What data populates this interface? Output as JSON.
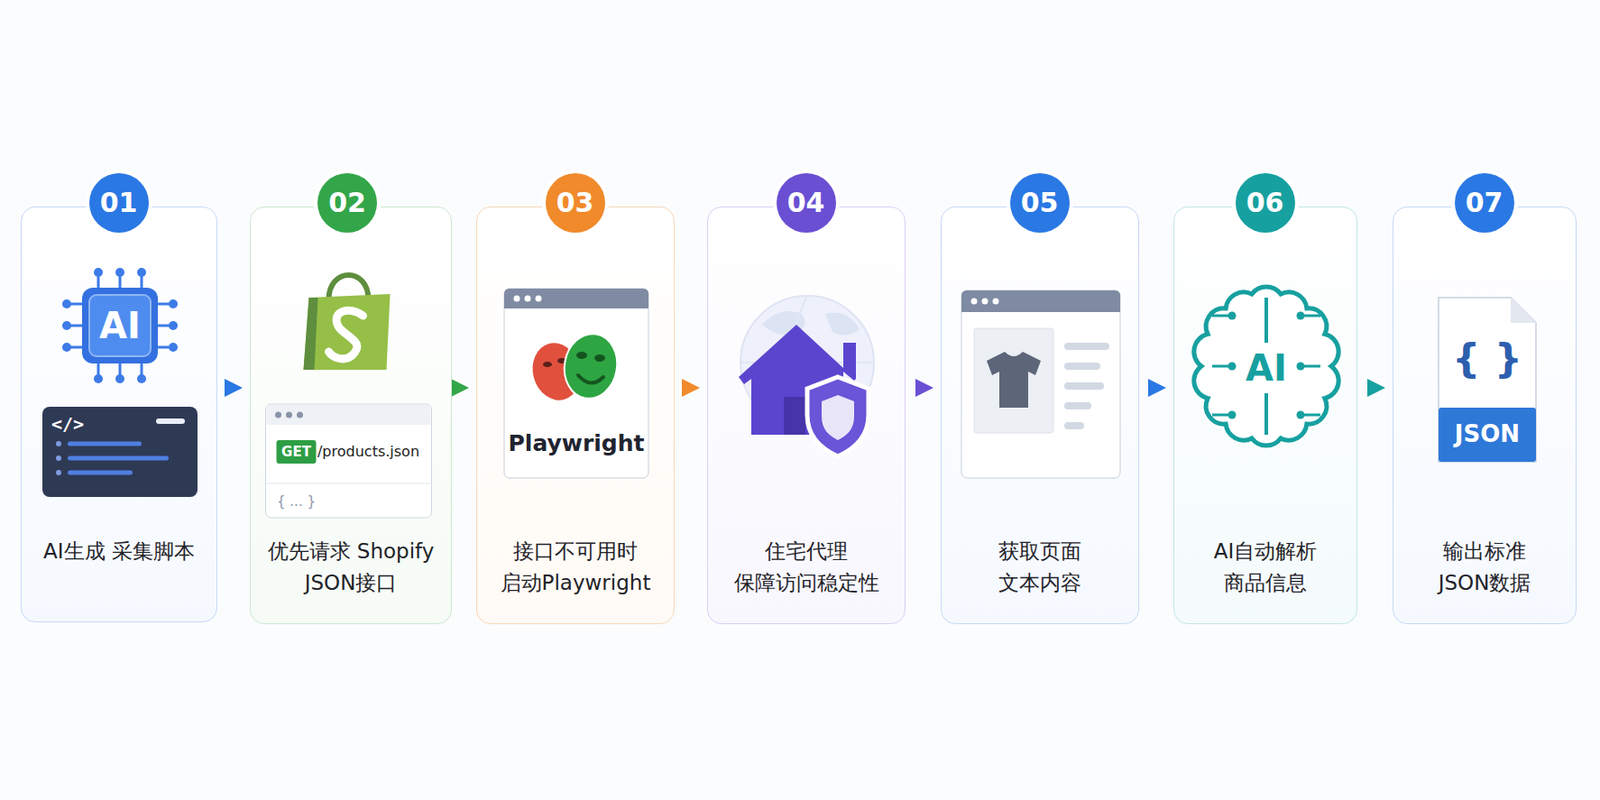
{
  "diagram": {
    "nodes": [
      {
        "text": [
          "01",
          "AI生成 采集脚本"
        ]
      },
      {
        "text": [
          "02",
          "优先请求 Shopify JSON接口"
        ]
      },
      {
        "text": [
          "03",
          "接口不可用时 启动Playwright"
        ]
      },
      {
        "text": [
          "04",
          "住宅代理 保障访问稳定性"
        ]
      },
      {
        "text": [
          "05",
          "获取页面 文本内容"
        ]
      },
      {
        "text": [
          "06",
          "AI自动解析 商品信息"
        ]
      },
      {
        "text": [
          "07",
          "输出标准 JSON数据"
        ]
      }
    ],
    "edges": [
      {
        "from": 0,
        "to": 1,
        "arrow": "to"
      },
      {
        "from": 1,
        "to": 2,
        "arrow": "to"
      },
      {
        "from": 2,
        "to": 3,
        "arrow": "to"
      },
      {
        "from": 3,
        "to": 4,
        "arrow": "to"
      },
      {
        "from": 4,
        "to": 5,
        "arrow": "to"
      },
      {
        "from": 5,
        "to": 6,
        "arrow": "to"
      }
    ],
    "labels": [
      "AI",
      "</>",
      "GET",
      "/products.json",
      "{ ... }",
      "Playwright",
      "AI",
      "{ }",
      "JSON"
    ]
  }
}
